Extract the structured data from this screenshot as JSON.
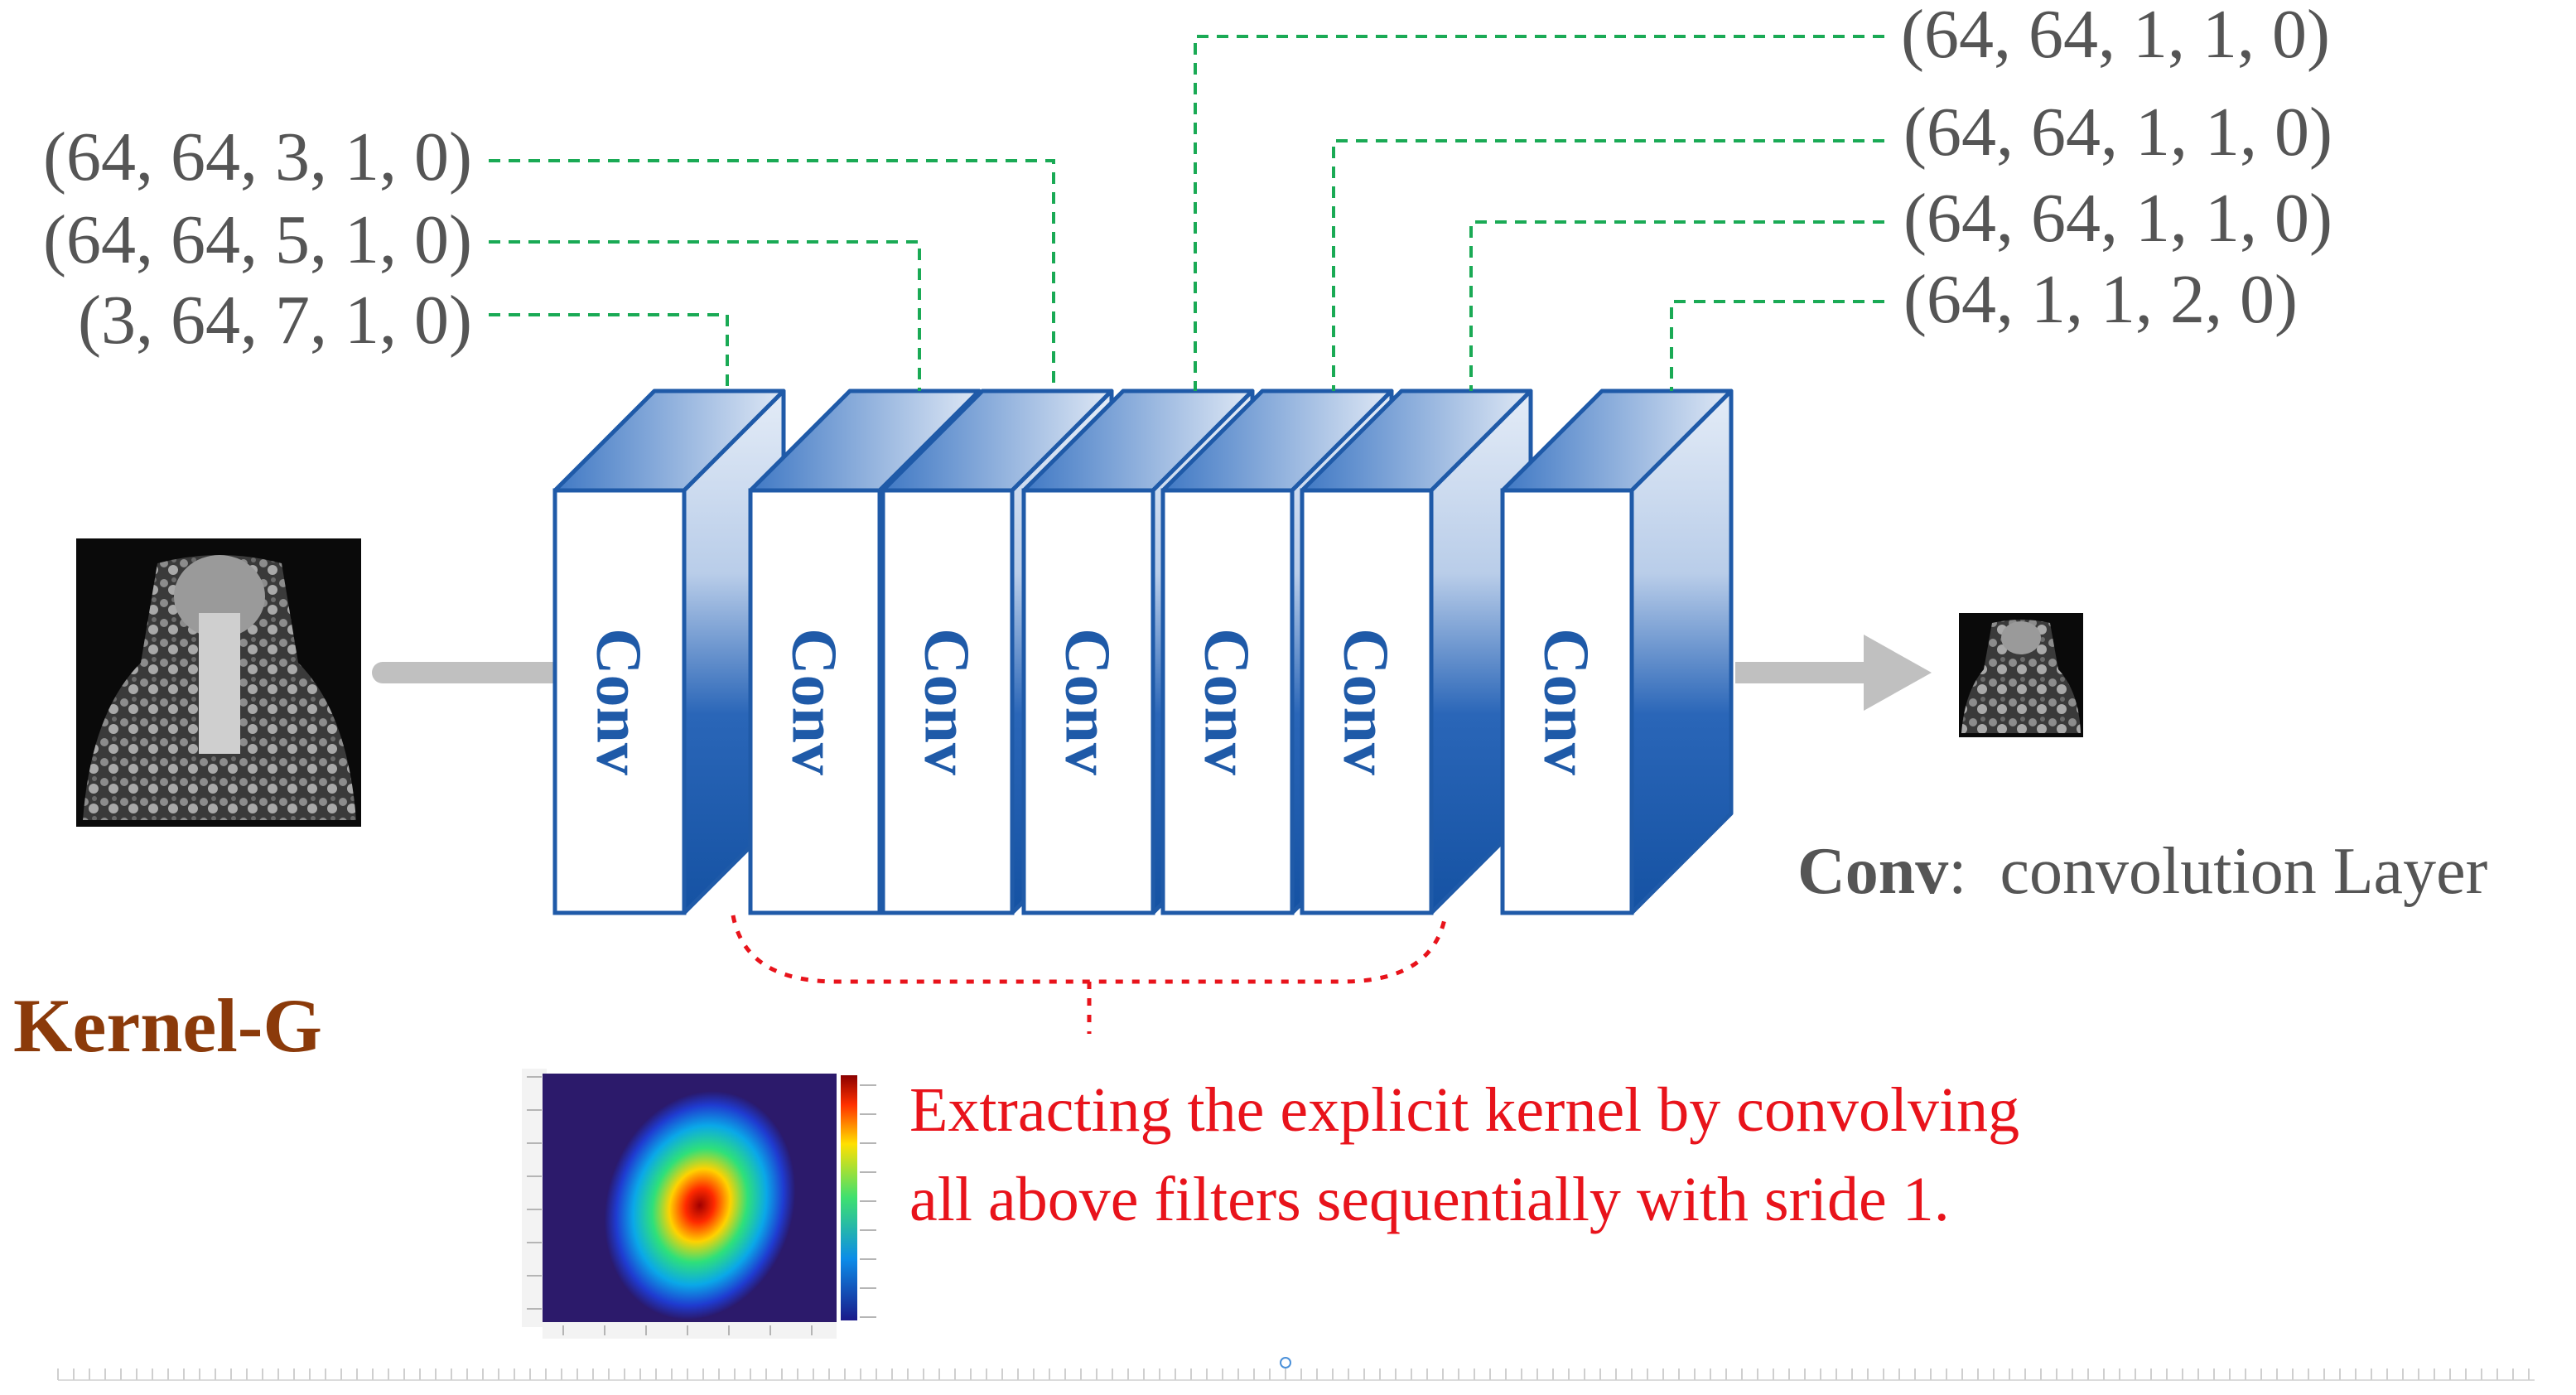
{
  "filters_left": [
    "(64, 64, 3, 1, 0)",
    "(64, 64, 5, 1, 0)",
    "(3, 64, 7, 1, 0)"
  ],
  "filters_right": [
    "(64, 64, 1, 1, 0)",
    "(64, 64, 1, 1, 0)",
    "(64, 64, 1, 1, 0)",
    "(64, 1, 1, 2, 0)"
  ],
  "conv_label": "Conv",
  "conv_blocks": 7,
  "kernel_title": "Kernel-G",
  "legend": {
    "term": "Conv",
    "separator": ":",
    "description": "convolution Layer"
  },
  "caption_lines": [
    "Extracting the explicit kernel by convolving",
    "all above filters sequentially with sride 1."
  ],
  "colors": {
    "connector": "#1aaa55",
    "bracket": "#e8131b",
    "block_edge": "#1f5aa8",
    "arrow": "#c0c0c0",
    "title": "#8b3a0a",
    "caption": "#e8131b"
  }
}
